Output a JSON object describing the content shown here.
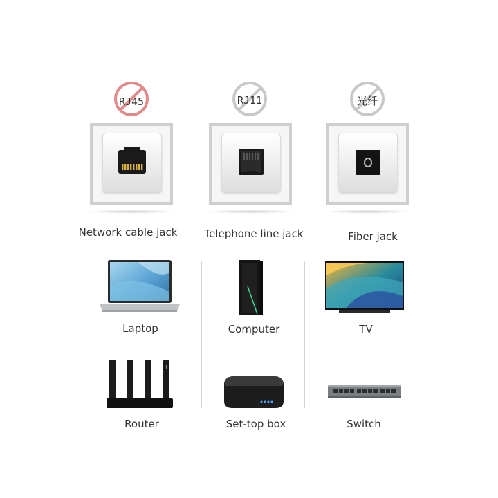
{
  "jacks": [
    {
      "badge": "RJ45",
      "label": "Network cable jack",
      "badge_color": "#e08a8a"
    },
    {
      "badge": "RJ11",
      "label": "Telephone line jack",
      "badge_color": "#c8c8c8"
    },
    {
      "badge": "光纤",
      "label": "Fiber jack",
      "badge_color": "#c8c8c8"
    }
  ],
  "devices": [
    {
      "label": "Laptop",
      "icon": "laptop-icon"
    },
    {
      "label": "Computer",
      "icon": "computer-tower-icon"
    },
    {
      "label": "TV",
      "icon": "tv-icon"
    },
    {
      "label": "Router",
      "icon": "router-icon"
    },
    {
      "label": "Set-top box",
      "icon": "set-top-box-icon"
    },
    {
      "label": "Switch",
      "icon": "network-switch-icon"
    }
  ]
}
